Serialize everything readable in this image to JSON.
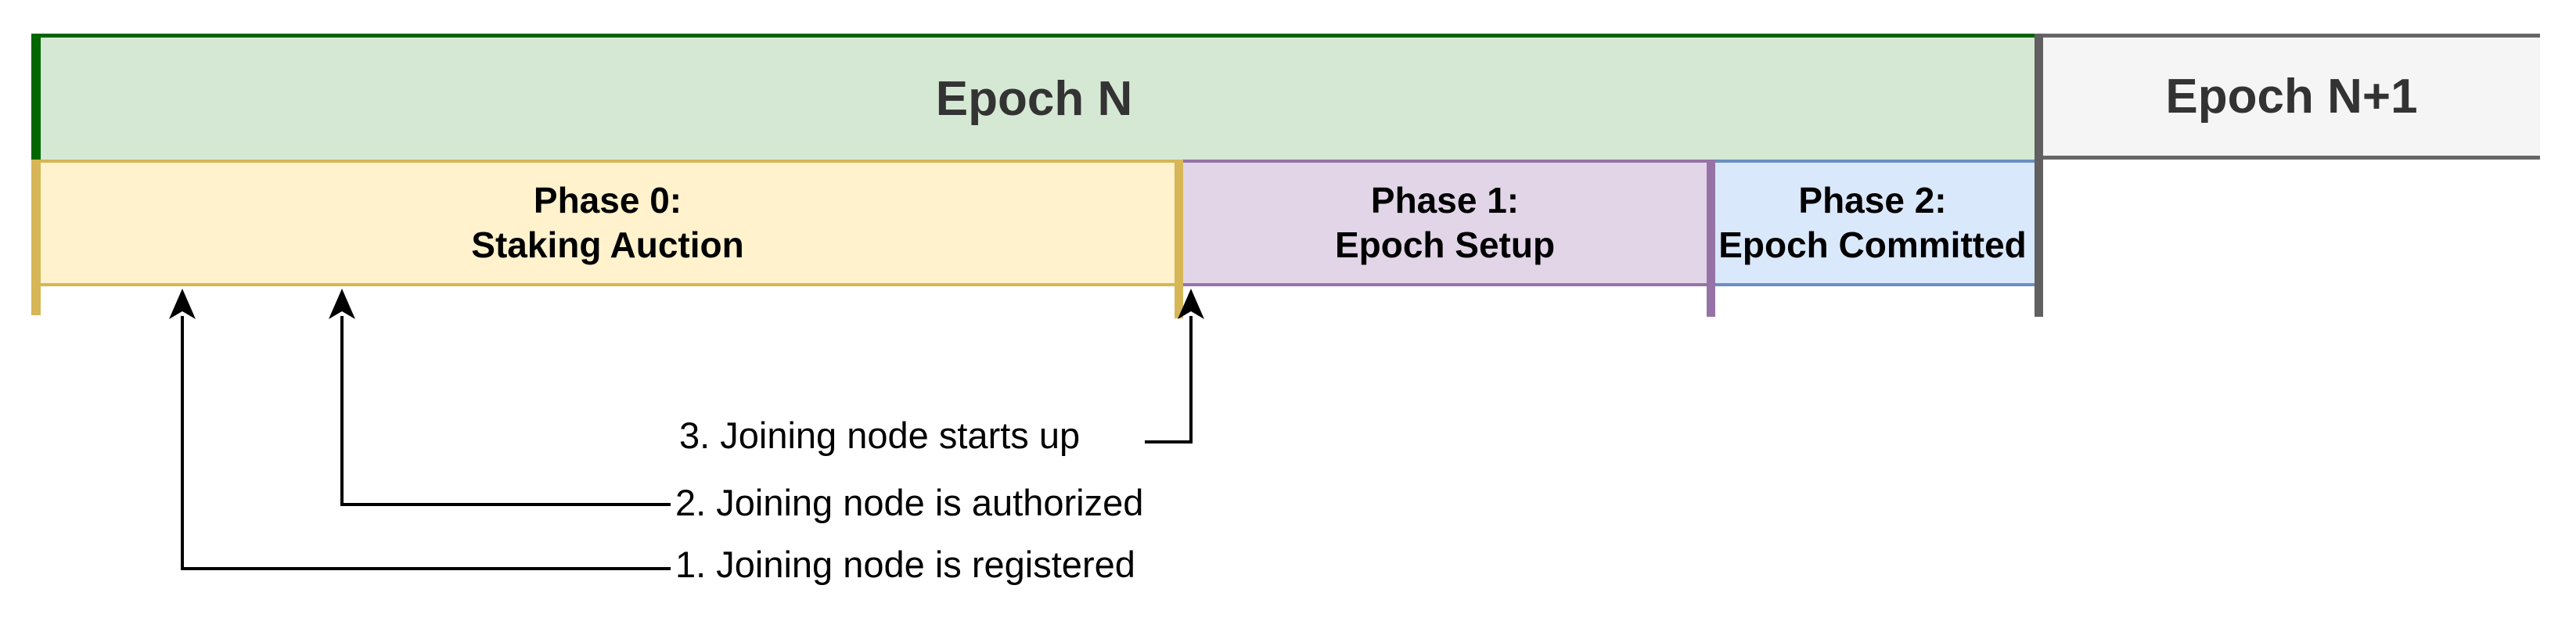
{
  "epochs": [
    {
      "id": "epoch-n",
      "label": "Epoch N"
    },
    {
      "id": "epoch-n-plus-1",
      "label": "Epoch N+1"
    }
  ],
  "phases": [
    {
      "id": "phase-0",
      "line1": "Phase 0:",
      "line2": "Staking Auction"
    },
    {
      "id": "phase-1",
      "line1": "Phase 1:",
      "line2": "Epoch Setup"
    },
    {
      "id": "phase-2",
      "line1": "Phase 2:",
      "line2": "Epoch Committed"
    }
  ],
  "annotations": [
    {
      "id": "event-1",
      "label": "1. Joining node is registered"
    },
    {
      "id": "event-2",
      "label": "2. Joining node is authorized"
    },
    {
      "id": "event-3",
      "label": "3. Joining node starts up"
    }
  ],
  "colors": {
    "epoch_n_fill": "#d5e8d4",
    "epoch_n_border": "#006600",
    "epoch_n_plus_1_fill": "#f5f5f5",
    "epoch_n_plus_1_border": "#666666",
    "phase0_fill": "#fff2cc",
    "phase0_border": "#d6b656",
    "phase1_fill": "#e1d5e7",
    "phase1_border": "#9673a6",
    "phase2_fill": "#dae8fc",
    "phase2_border": "#6c8ebf",
    "epoch_divider": "#606060",
    "connector": "#000000",
    "epoch_text": "#333333",
    "phase_text": "#000000"
  }
}
